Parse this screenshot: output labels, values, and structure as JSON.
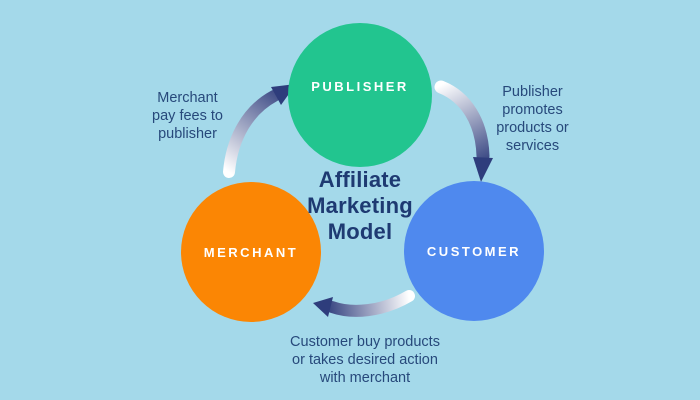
{
  "diagram": {
    "title": "Affiliate\nMarketing\nModel",
    "background_color": "#a4d9ea",
    "title_color": "#1e3a72",
    "annotation_color": "#27497b",
    "arrow_gradient_start": "#ffffff",
    "arrow_gradient_end": "#2e3d7c",
    "nodes": [
      {
        "id": "publisher",
        "label": "PUBLISHER",
        "color": "#22c58f",
        "label_color": "#ffffff"
      },
      {
        "id": "merchant",
        "label": "MERCHANT",
        "color": "#fb8604",
        "label_color": "#ffffff"
      },
      {
        "id": "customer",
        "label": "CUSTOMER",
        "color": "#4f89ee",
        "label_color": "#ffffff"
      }
    ],
    "annotations": [
      {
        "id": "merchant-to-publisher",
        "text": "Merchant\npay fees to\npublisher"
      },
      {
        "id": "publisher-to-customer",
        "text": "Publisher\npromotes\nproducts or\nservices"
      },
      {
        "id": "customer-to-merchant",
        "text": "Customer buy products\nor takes desired action\nwith merchant"
      }
    ]
  }
}
